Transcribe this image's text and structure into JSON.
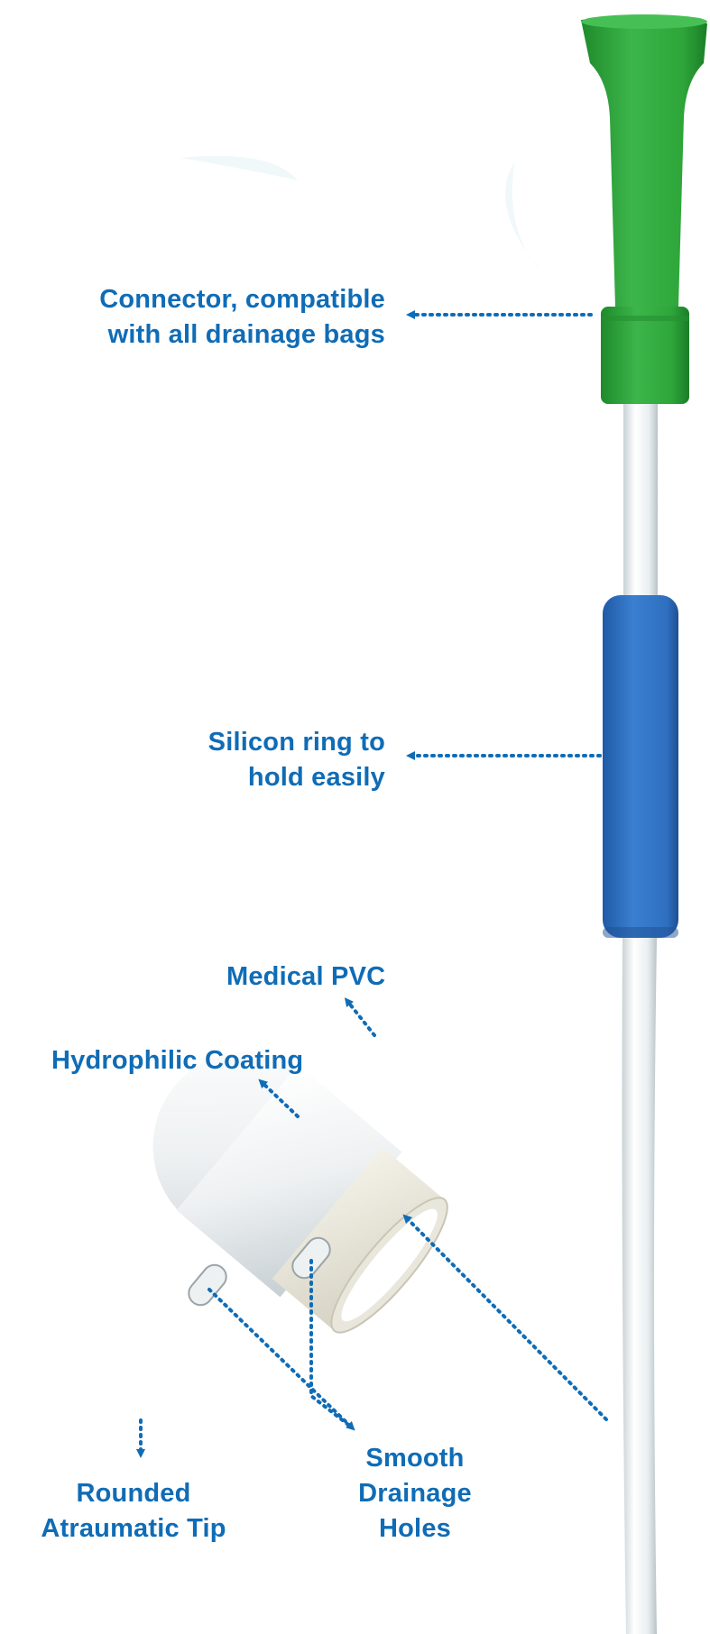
{
  "labels": {
    "connector": [
      "Connector, compatible",
      "with all drainage bags"
    ],
    "silicon_ring": [
      "Silicon ring to",
      "hold easily"
    ],
    "medical_pvc": [
      "Medical PVC"
    ],
    "hydrophilic": [
      "Hydrophilic Coating"
    ],
    "rounded_tip": [
      "Rounded",
      "Atraumatic Tip"
    ],
    "drainage_holes": [
      "Smooth",
      "Drainage",
      "Holes"
    ]
  },
  "colors": {
    "label_blue": "#0f6cb6",
    "connector_green": "#2ea63a",
    "ring_blue": "#2f6fc0",
    "tube_white": "#eef2f3"
  }
}
